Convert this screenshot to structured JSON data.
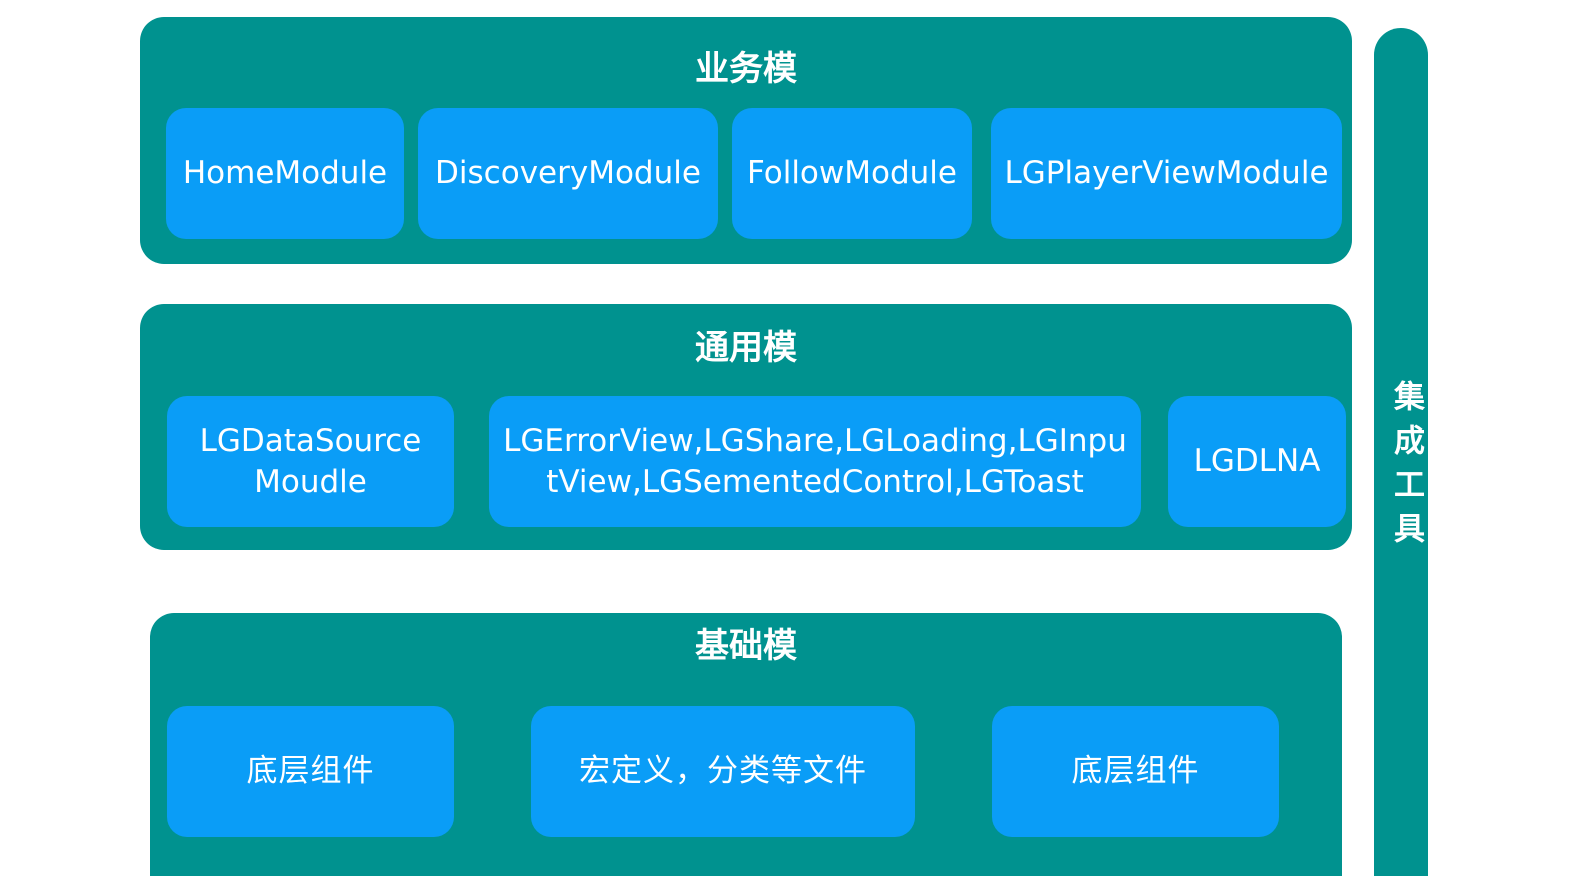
{
  "business_layer": {
    "title": "业务模",
    "modules": [
      "HomeModule",
      "DiscoveryModule",
      "FollowModule",
      "LGPlayerViewModule"
    ]
  },
  "common_layer": {
    "title": "通用模",
    "modules": [
      "LGDataSourceMoudle",
      "LGErrorView,LGShare,LGLoading,LGInputView,LGSementedControl,LGToast",
      "LGDLNA"
    ]
  },
  "base_layer": {
    "title": "基础模",
    "modules": [
      "底层组件",
      "宏定义，分类等文件",
      "底层组件"
    ]
  },
  "integration_tool": {
    "label": "集成工具"
  },
  "colors": {
    "panel": "#00928f",
    "box": "#0a9df7",
    "text": "#ffffff"
  }
}
